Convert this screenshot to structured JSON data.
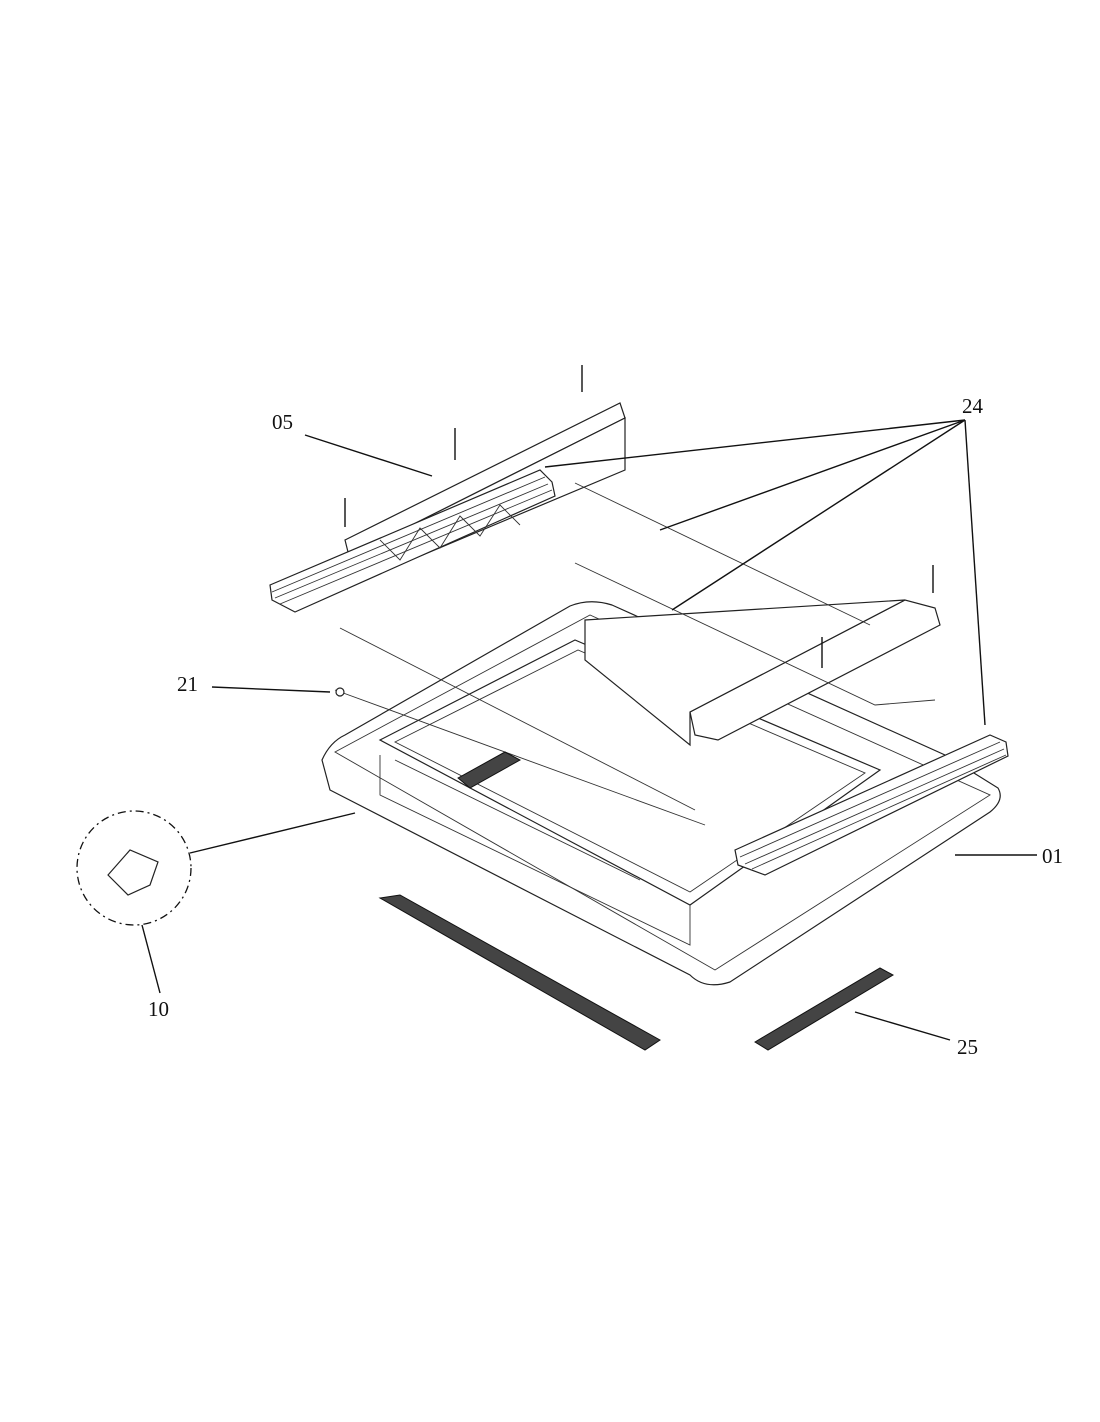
{
  "diagram": {
    "callouts": [
      {
        "id": "05",
        "label": "05"
      },
      {
        "id": "24",
        "label": "24"
      },
      {
        "id": "21",
        "label": "21"
      },
      {
        "id": "10",
        "label": "10"
      },
      {
        "id": "01",
        "label": "01"
      },
      {
        "id": "25",
        "label": "25"
      }
    ]
  }
}
